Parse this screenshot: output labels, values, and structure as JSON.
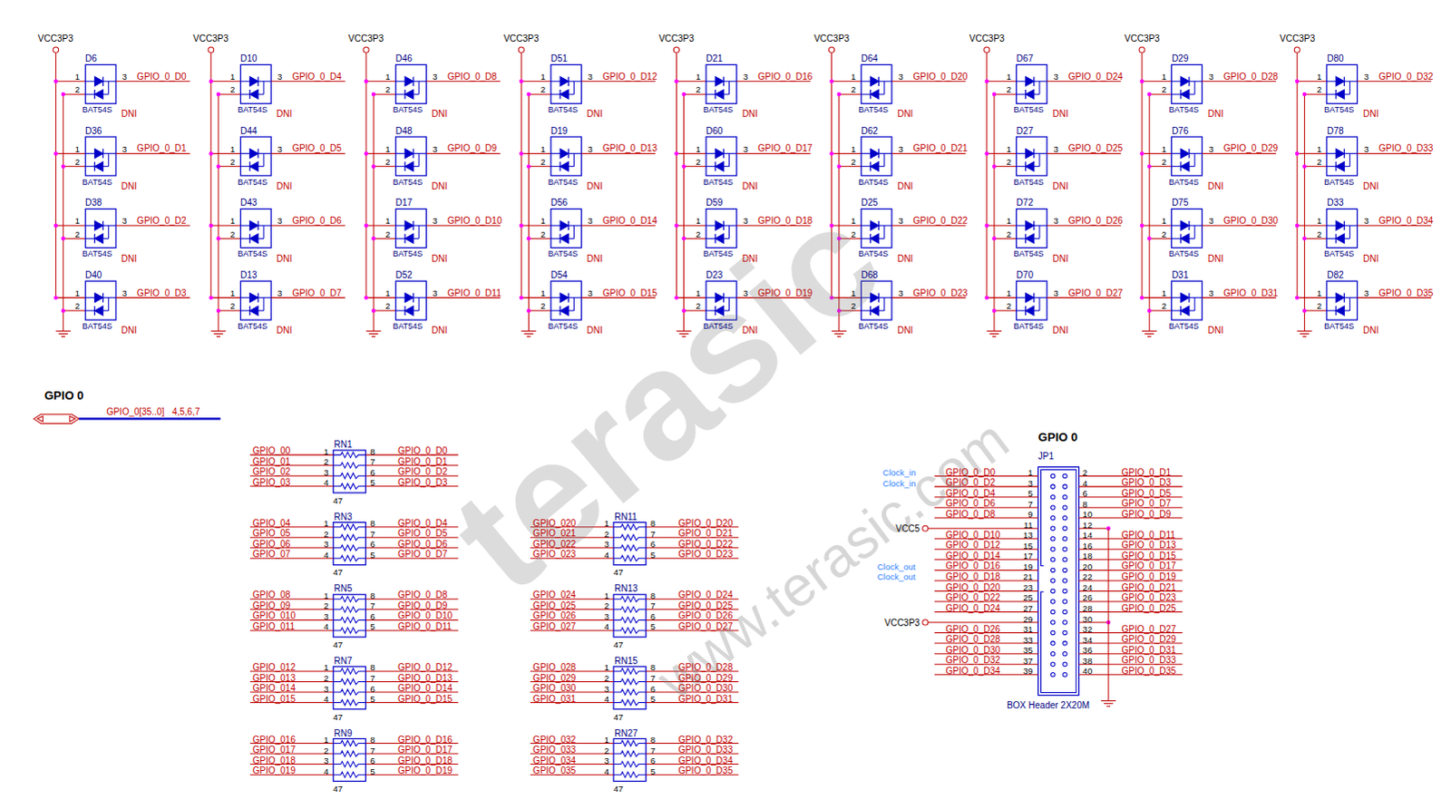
{
  "diagram": {
    "labels": [
      "VCC3P3",
      "D6",
      "1",
      "2",
      "3",
      "GPIO_0_D0",
      "BAT54S",
      "DNI",
      "D36",
      "1",
      "2",
      "3",
      "GPIO_0_D1",
      "BAT54S",
      "DNI",
      "D38",
      "1",
      "2",
      "3",
      "GPIO_0_D2",
      "BAT54S",
      "DNI",
      "D40",
      "1",
      "2",
      "3",
      "GPIO_0_D3",
      "BAT54S",
      "DNI",
      "VCC3P3",
      "D10",
      "1",
      "2",
      "3",
      "GPIO_0_D4",
      "BAT54S",
      "DNI",
      "D44",
      "1",
      "2",
      "3",
      "GPIO_0_D5",
      "BAT54S",
      "DNI",
      "D43",
      "1",
      "2",
      "3",
      "GPIO_0_D6",
      "BAT54S",
      "DNI",
      "D13",
      "1",
      "2",
      "3",
      "GPIO_0_D7",
      "BAT54S",
      "DNI",
      "VCC3P3",
      "D46",
      "1",
      "2",
      "3",
      "GPIO_0_D8",
      "BAT54S",
      "DNI",
      "D48",
      "1",
      "2",
      "3",
      "GPIO_0_D9",
      "BAT54S",
      "DNI",
      "D17",
      "1",
      "2",
      "3",
      "GPIO_0_D10",
      "BAT54S",
      "DNI",
      "D52",
      "1",
      "2",
      "3",
      "GPIO_0_D11",
      "BAT54S",
      "DNI",
      "VCC3P3",
      "D51",
      "1",
      "2",
      "3",
      "GPIO_0_D12",
      "BAT54S",
      "DNI",
      "D19",
      "1",
      "2",
      "3",
      "GPIO_0_D13",
      "BAT54S",
      "DNI",
      "D56",
      "1",
      "2",
      "3",
      "GPIO_0_D14",
      "BAT54S",
      "DNI",
      "D54",
      "1",
      "2",
      "3",
      "GPIO_0_D15",
      "BAT54S",
      "DNI",
      "VCC3P3",
      "D21",
      "1",
      "2",
      "3",
      "GPIO_0_D16",
      "BAT54S",
      "DNI",
      "D60",
      "1",
      "2",
      "3",
      "GPIO_0_D17",
      "BAT54S",
      "DNI",
      "D59",
      "1",
      "2",
      "3",
      "GPIO_0_D18",
      "BAT54S",
      "DNI",
      "D23",
      "1",
      "2",
      "3",
      "GPIO_0_D19",
      "BAT54S",
      "DNI",
      "VCC3P3",
      "D64",
      "1",
      "2",
      "3",
      "GPIO_0_D20",
      "BAT54S",
      "DNI",
      "D62",
      "1",
      "2",
      "3",
      "GPIO_0_D21",
      "BAT54S",
      "DNI",
      "D25",
      "1",
      "2",
      "3",
      "GPIO_0_D22",
      "BAT54S",
      "DNI",
      "D68",
      "1",
      "2",
      "3",
      "GPIO_0_D23",
      "BAT54S",
      "DNI",
      "VCC3P3",
      "D67",
      "1",
      "2",
      "3",
      "GPIO_0_D24",
      "BAT54S",
      "DNI",
      "D27",
      "1",
      "2",
      "3",
      "GPIO_0_D25",
      "BAT54S",
      "DNI",
      "D72",
      "1",
      "2",
      "3",
      "GPIO_0_D26",
      "BAT54S",
      "DNI",
      "D70",
      "1",
      "2",
      "3",
      "GPIO_0_D27",
      "BAT54S",
      "DNI",
      "VCC3P3",
      "D29",
      "1",
      "2",
      "3",
      "GPIO_0_D28",
      "BAT54S",
      "DNI",
      "D76",
      "1",
      "2",
      "3",
      "GPIO_0_D29",
      "BAT54S",
      "DNI",
      "D75",
      "1",
      "2",
      "3",
      "GPIO_0_D30",
      "BAT54S",
      "DNI",
      "D31",
      "1",
      "2",
      "3",
      "GPIO_0_D31",
      "BAT54S",
      "DNI",
      "VCC3P3",
      "D80",
      "1",
      "2",
      "3",
      "GPIO_0_D32",
      "BAT54S",
      "DNI",
      "D78",
      "1",
      "2",
      "3",
      "GPIO_0_D33",
      "BAT54S",
      "DNI",
      "D33",
      "1",
      "2",
      "3",
      "GPIO_0_D34",
      "BAT54S",
      "DNI",
      "D82",
      "1",
      "2",
      "3",
      "GPIO_0_D35",
      "BAT54S",
      "DNI",
      "GPIO 0",
      "GPIO_0[35..0]",
      "4,5,6,7",
      "RN1",
      "GPIO_00",
      "1",
      "8",
      "GPIO_0_D0",
      "GPIO_01",
      "2",
      "7",
      "GPIO_0_D1",
      "GPIO_02",
      "3",
      "6",
      "GPIO_0_D2",
      "GPIO_03",
      "4",
      "5",
      "GPIO_0_D3",
      "47",
      "RN3",
      "GPIO_04",
      "1",
      "8",
      "GPIO_0_D4",
      "GPIO_05",
      "2",
      "7",
      "GPIO_0_D5",
      "GPIO_06",
      "3",
      "6",
      "GPIO_0_D6",
      "GPIO_07",
      "4",
      "5",
      "GPIO_0_D7",
      "47",
      "RN5",
      "GPIO_08",
      "1",
      "8",
      "GPIO_0_D8",
      "GPIO_09",
      "2",
      "7",
      "GPIO_0_D9",
      "GPIO_010",
      "3",
      "6",
      "GPIO_0_D10",
      "GPIO_011",
      "4",
      "5",
      "GPIO_0_D11",
      "47",
      "RN7",
      "GPIO_012",
      "1",
      "8",
      "GPIO_0_D12",
      "GPIO_013",
      "2",
      "7",
      "GPIO_0_D13",
      "GPIO_014",
      "3",
      "6",
      "GPIO_0_D14",
      "GPIO_015",
      "4",
      "5",
      "GPIO_0_D15",
      "47",
      "RN9",
      "GPIO_016",
      "1",
      "8",
      "GPIO_0_D16",
      "GPIO_017",
      "2",
      "7",
      "GPIO_0_D17",
      "GPIO_018",
      "3",
      "6",
      "GPIO_0_D18",
      "GPIO_019",
      "4",
      "5",
      "GPIO_0_D19",
      "47",
      "RN11",
      "GPIO_020",
      "1",
      "8",
      "GPIO_0_D20",
      "GPIO_021",
      "2",
      "7",
      "GPIO_0_D21",
      "GPIO_022",
      "3",
      "6",
      "GPIO_0_D22",
      "GPIO_023",
      "4",
      "5",
      "GPIO_0_D23",
      "47",
      "RN13",
      "GPIO_024",
      "1",
      "8",
      "GPIO_0_D24",
      "GPIO_025",
      "2",
      "7",
      "GPIO_0_D25",
      "GPIO_026",
      "3",
      "6",
      "GPIO_0_D26",
      "GPIO_027",
      "4",
      "5",
      "GPIO_0_D27",
      "47",
      "RN15",
      "GPIO_028",
      "1",
      "8",
      "GPIO_0_D28",
      "GPIO_029",
      "2",
      "7",
      "GPIO_0_D29",
      "GPIO_030",
      "3",
      "6",
      "GPIO_0_D30",
      "GPIO_031",
      "4",
      "5",
      "GPIO_0_D31",
      "47",
      "RN27",
      "GPIO_032",
      "1",
      "8",
      "GPIO_0_D32",
      "GPIO_033",
      "2",
      "7",
      "GPIO_0_D33",
      "GPIO_034",
      "3",
      "6",
      "GPIO_0_D34",
      "GPIO_035",
      "4",
      "5",
      "GPIO_0_D35",
      "47",
      "GPIO 0",
      "JP1",
      "GPIO_0_D0",
      "1",
      "2",
      "GPIO_0_D1",
      "GPIO_0_D2",
      "3",
      "4",
      "GPIO_0_D3",
      "GPIO_0_D4",
      "5",
      "6",
      "GPIO_0_D5",
      "GPIO_0_D6",
      "7",
      "8",
      "GPIO_0_D7",
      "GPIO_0_D8",
      "9",
      "10",
      "GPIO_0_D9",
      "11",
      "12",
      "GPIO_0_D10",
      "13",
      "14",
      "GPIO_0_D11",
      "GPIO_0_D12",
      "15",
      "16",
      "GPIO_0_D13",
      "GPIO_0_D14",
      "17",
      "18",
      "GPIO_0_D15",
      "GPIO_0_D16",
      "19",
      "20",
      "GPIO_0_D17",
      "GPIO_0_D18",
      "21",
      "22",
      "GPIO_0_D19",
      "GPIO_0_D20",
      "23",
      "24",
      "GPIO_0_D21",
      "GPIO_0_D22",
      "25",
      "26",
      "GPIO_0_D23",
      "GPIO_0_D24",
      "27",
      "28",
      "GPIO_0_D25",
      "29",
      "30",
      "GPIO_0_D26",
      "31",
      "32",
      "GPIO_0_D27",
      "GPIO_0_D28",
      "33",
      "34",
      "GPIO_0_D29",
      "GPIO_0_D30",
      "35",
      "36",
      "GPIO_0_D31",
      "GPIO_0_D32",
      "37",
      "38",
      "GPIO_0_D33",
      "GPIO_0_D34",
      "39",
      "40",
      "GPIO_0_D35",
      "Clock_in",
      "Clock_in",
      "VCC5",
      "Clock_out",
      "Clock_out",
      "VCC3P3",
      "BOX Header 2X20M",
      "terasic",
      "www.terasic.com"
    ]
  }
}
